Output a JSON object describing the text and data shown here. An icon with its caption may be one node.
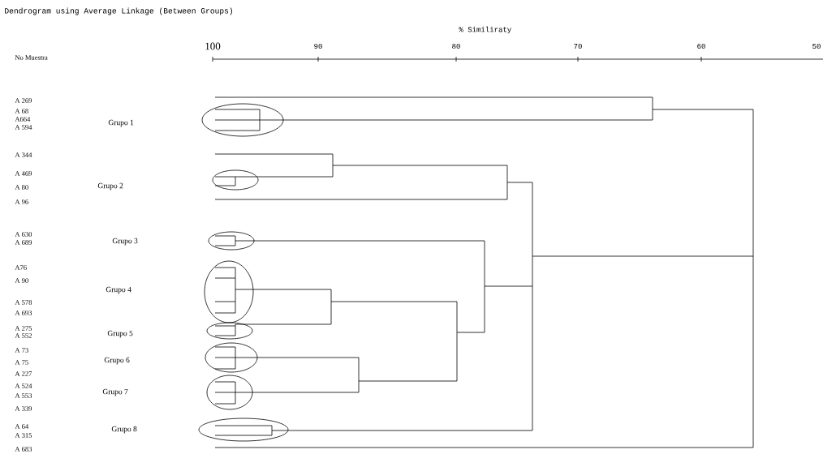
{
  "diagram": {
    "title": "Dendrogram using Average Linkage (Between Groups)",
    "labels": [
      "% Similiraty",
      "100",
      "90",
      "80",
      "70",
      "60",
      "50",
      "No Muestra",
      "A 269",
      "A 68",
      "A664",
      "Grupo 1",
      "A 594",
      "A 344",
      "A 469",
      "Grupo 2",
      "A 80",
      "A 96",
      "A 630",
      "Grupo 3",
      "A 689",
      "A76",
      "A 90",
      "Grupo 4",
      "A 578",
      "A 693",
      "A 275",
      "Grupo 5",
      "A 552",
      "A 73",
      "A 75",
      "Grupo 6",
      "A 227",
      "A 524",
      "A 553",
      "Grupo 7",
      "A 339",
      "A 64",
      "Grupo 8",
      "A 315",
      "A 683"
    ]
  }
}
